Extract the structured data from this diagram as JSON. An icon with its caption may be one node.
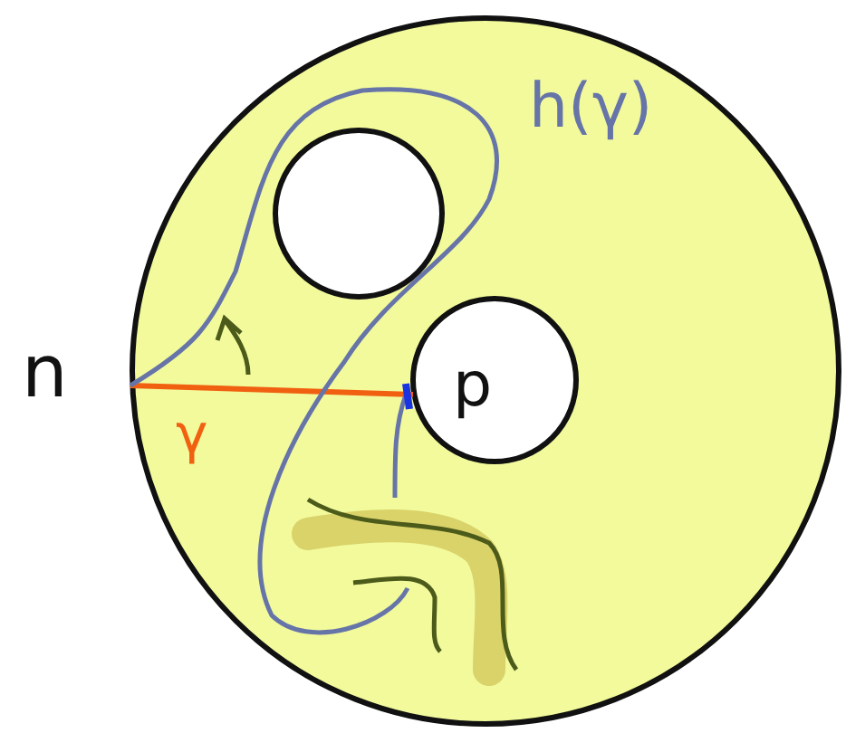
{
  "diagram": {
    "labels": [
      "n",
      "p",
      "γ",
      "h(γ)"
    ]
  }
}
